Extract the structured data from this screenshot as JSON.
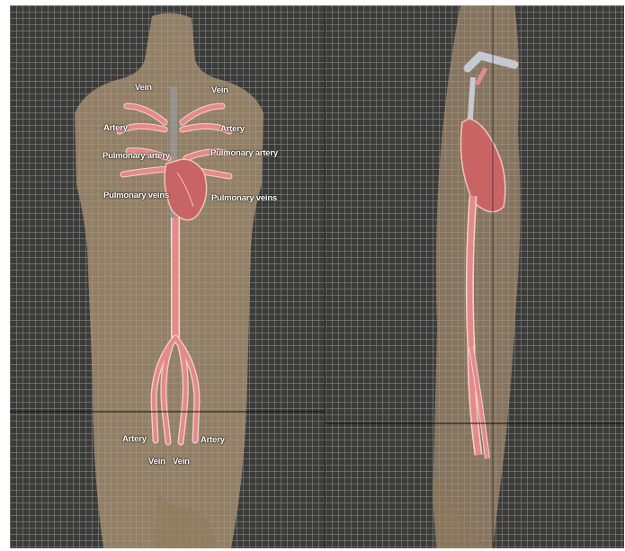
{
  "front_view": {
    "labels": {
      "vein_left": "Vein",
      "vein_right": "Vein",
      "artery_left": "Artery",
      "artery_right": "Artery",
      "pulmonary_artery_left": "Pulmonary artery",
      "pulmonary_artery_right": "Pulmonary artery",
      "pulmonary_veins_left": "Pulmonary veins",
      "pulmonary_veins_right": "Pulmonary veins",
      "leg_artery_left": "Artery",
      "leg_artery_right": "Artery",
      "leg_vein_left": "Vein",
      "leg_vein_right": "Vein"
    }
  },
  "colors": {
    "background": "#3b3c3a",
    "grid": "#8c8c8c",
    "body": "#b39a78",
    "vessel": "#e48a8a",
    "vessel_outline": "#f4d4cf",
    "heart": "#c96464"
  }
}
